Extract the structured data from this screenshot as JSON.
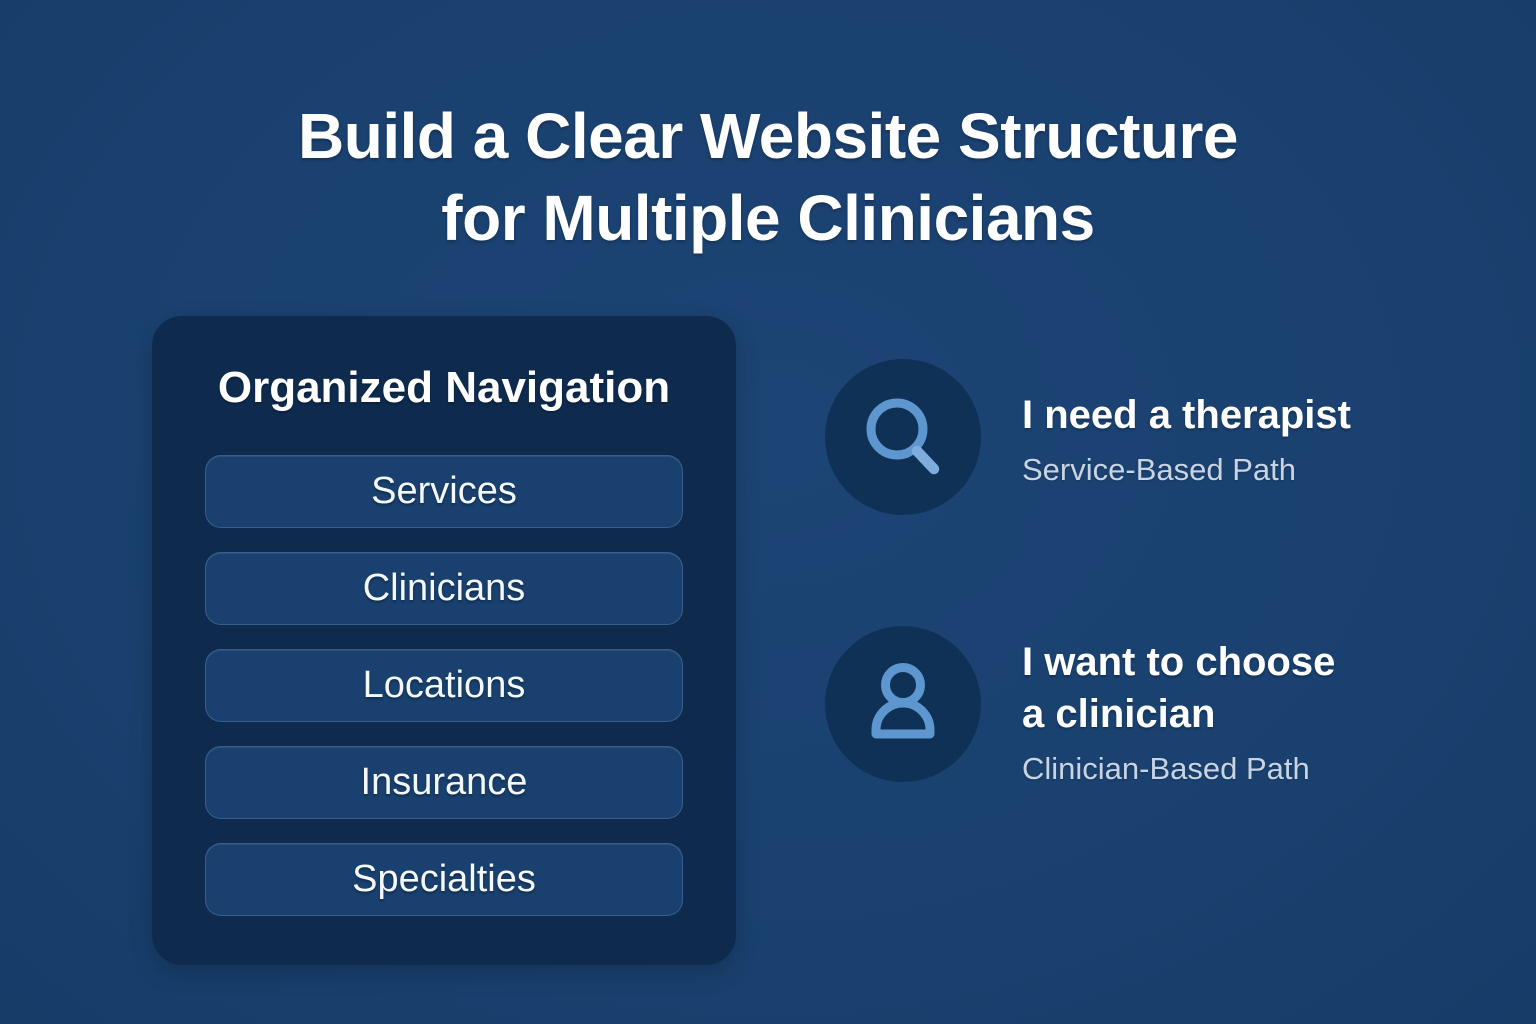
{
  "title": {
    "line1": "Build a Clear Website Structure",
    "line2": "for Multiple Clinicians"
  },
  "nav_panel": {
    "heading": "Organized Navigation",
    "items": [
      {
        "label": "Services"
      },
      {
        "label": "Clinicians"
      },
      {
        "label": "Locations"
      },
      {
        "label": "Insurance"
      },
      {
        "label": "Specialties"
      }
    ]
  },
  "paths": [
    {
      "icon": "search-icon",
      "heading_lines": [
        "I need a therapist"
      ],
      "subtitle": "Service-Based Path"
    },
    {
      "icon": "person-icon",
      "heading_lines": [
        "I want to choose",
        "a clinician"
      ],
      "subtitle": "Clinician-Based Path"
    }
  ],
  "colors": {
    "background": "#1A4170",
    "panel": "#0E2B4E",
    "button": "#19406E",
    "button_border": "#3D6491",
    "icon_circle": "#0F3156",
    "icon_blue": "#5E96CF",
    "icon_blue_light": "#7EACDD",
    "heading_text": "#FFFFFF",
    "subtitle_text": "#C8D4E2"
  }
}
